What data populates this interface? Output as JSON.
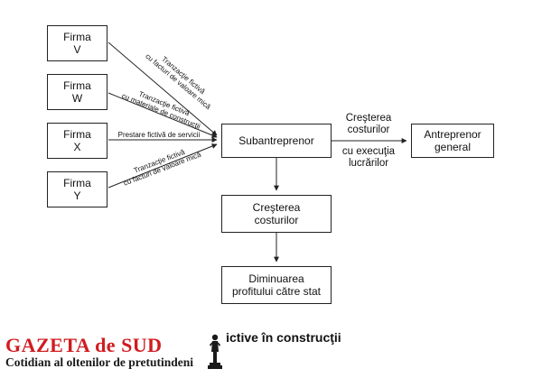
{
  "diagram": {
    "boxes": {
      "firma_v": [
        "Firma",
        "V"
      ],
      "firma_w": [
        "Firma",
        "W"
      ],
      "firma_x": [
        "Firma",
        "X"
      ],
      "firma_y": [
        "Firma",
        "Y"
      ],
      "subantreprenor": "Subantreprenor",
      "antreprenor": [
        "Antreprenor",
        "general"
      ],
      "crestere": [
        "Creşterea",
        "costurilor"
      ],
      "diminuare": [
        "Diminuarea",
        "profitului către stat"
      ]
    },
    "edge_labels": {
      "v": [
        "Tranzacţie fictivă",
        "cu facturi de valoare mică"
      ],
      "w": [
        "Tranzacţie fictivă",
        "cu materiale de construcţii"
      ],
      "x": "Prestare fictivă de servicii",
      "y": [
        "Tranzacţie fictivă",
        "cu facturi de valoare mică"
      ],
      "sub_antre_top": [
        "Creşterea",
        "costurilor"
      ],
      "sub_antre_bottom": [
        "cu execuţia",
        "lucrărilor"
      ]
    }
  },
  "caption": "...i fictive în construcţii",
  "logo": {
    "title": "GAZETA de SUD",
    "subtitle": "Cotidian al oltenilor de pretutindeni",
    "colors": {
      "title": "#d01c20",
      "subtitle": "#1a1a1a"
    }
  }
}
